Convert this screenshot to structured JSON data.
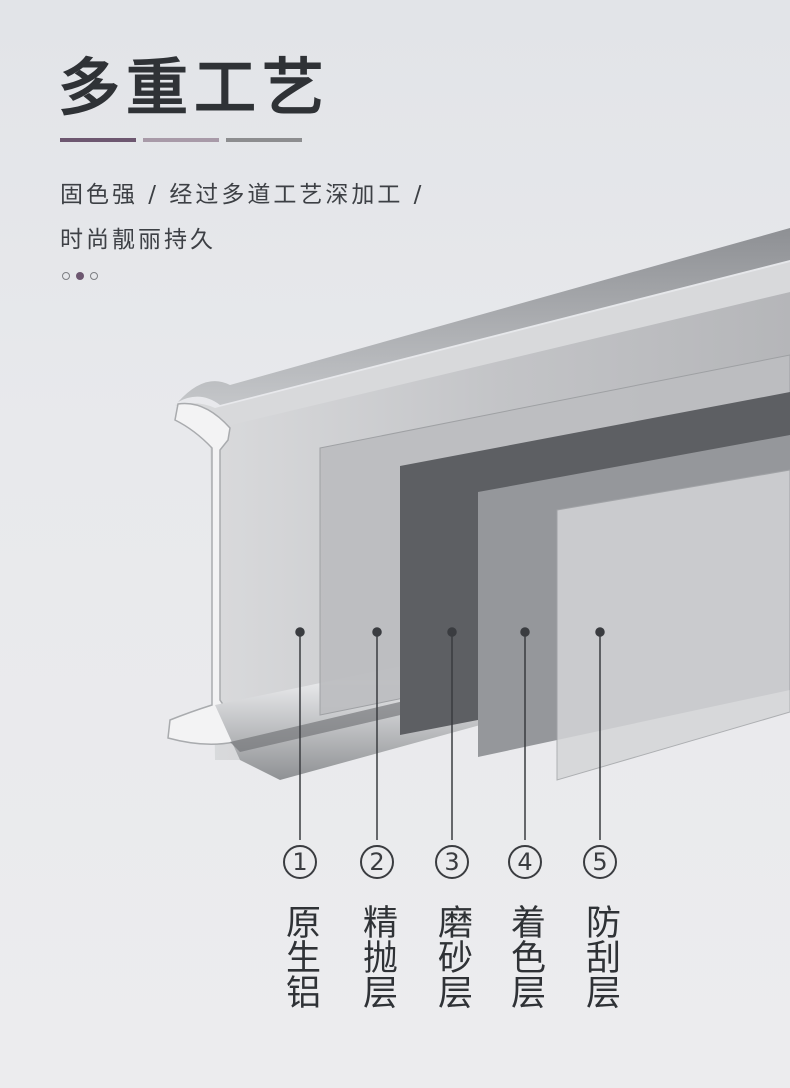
{
  "header": {
    "title": "多重工艺",
    "subtitle_line1": "固色强 / 经过多道工艺深加工 /",
    "subtitle_line2": "时尚靓丽持久"
  },
  "accent_colors": {
    "primary": "#6d5770",
    "secondary": "#a89aa8",
    "tertiary": "#8c8d8f"
  },
  "pagination": {
    "total": 3,
    "active_index": 1
  },
  "layers": [
    {
      "number": "1",
      "name": "原生铝"
    },
    {
      "number": "2",
      "name": "精抛层"
    },
    {
      "number": "3",
      "name": "磨砂层"
    },
    {
      "number": "4",
      "name": "着色层"
    },
    {
      "number": "5",
      "name": "防刮层"
    }
  ]
}
